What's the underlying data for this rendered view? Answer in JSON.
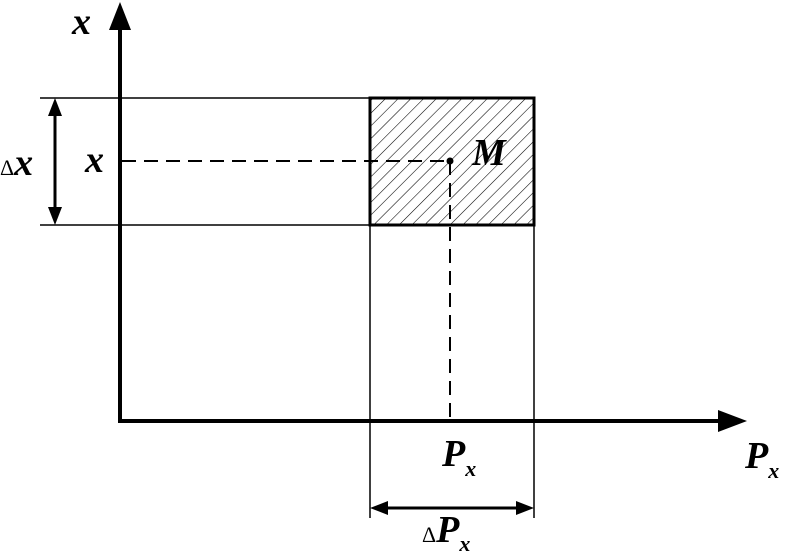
{
  "diagram": {
    "axes": {
      "vertical_label": "x",
      "horizontal_label_main": "P",
      "horizontal_label_sub": "x"
    },
    "point": {
      "label": "M",
      "x_label": "x",
      "px_label_main": "P",
      "px_label_sub": "x"
    },
    "intervals": {
      "delta_symbol": "Δ",
      "vertical_label": "x",
      "horizontal_label_main": "P",
      "horizontal_label_sub": "x"
    },
    "colors": {
      "stroke": "#000000",
      "background": "#ffffff"
    }
  }
}
